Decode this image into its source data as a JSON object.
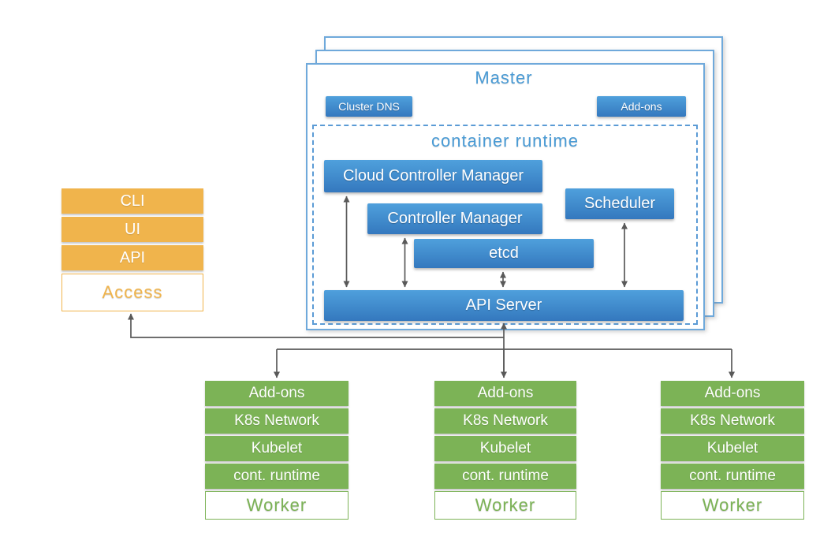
{
  "diagram": {
    "access": {
      "rows": [
        "CLI",
        "UI",
        "API"
      ],
      "label": "Access"
    },
    "master": {
      "title": "Master",
      "cluster_dns_label": "Cluster DNS",
      "addons_label": "Add-ons",
      "container_runtime": {
        "title": "container runtime",
        "cloud_controller_manager": "Cloud Controller Manager",
        "controller_manager": "Controller Manager",
        "etcd": "etcd",
        "scheduler": "Scheduler",
        "api_server": "API Server"
      }
    },
    "workers": [
      {
        "rows": [
          "Add-ons",
          "K8s Network",
          "Kubelet",
          "cont. runtime"
        ],
        "label": "Worker"
      },
      {
        "rows": [
          "Add-ons",
          "K8s Network",
          "Kubelet",
          "cont. runtime"
        ],
        "label": "Worker"
      },
      {
        "rows": [
          "Add-ons",
          "K8s Network",
          "Kubelet",
          "cont. runtime"
        ],
        "label": "Worker"
      }
    ],
    "colors": {
      "blue_top": "#4FA0DC",
      "blue_bottom": "#3478BE",
      "blue_border": "#6FA9DB",
      "blue_text": "#4A9BD5",
      "orange": "#F0B44C",
      "green": "#7CB356",
      "arrow_gray": "#595959"
    }
  }
}
